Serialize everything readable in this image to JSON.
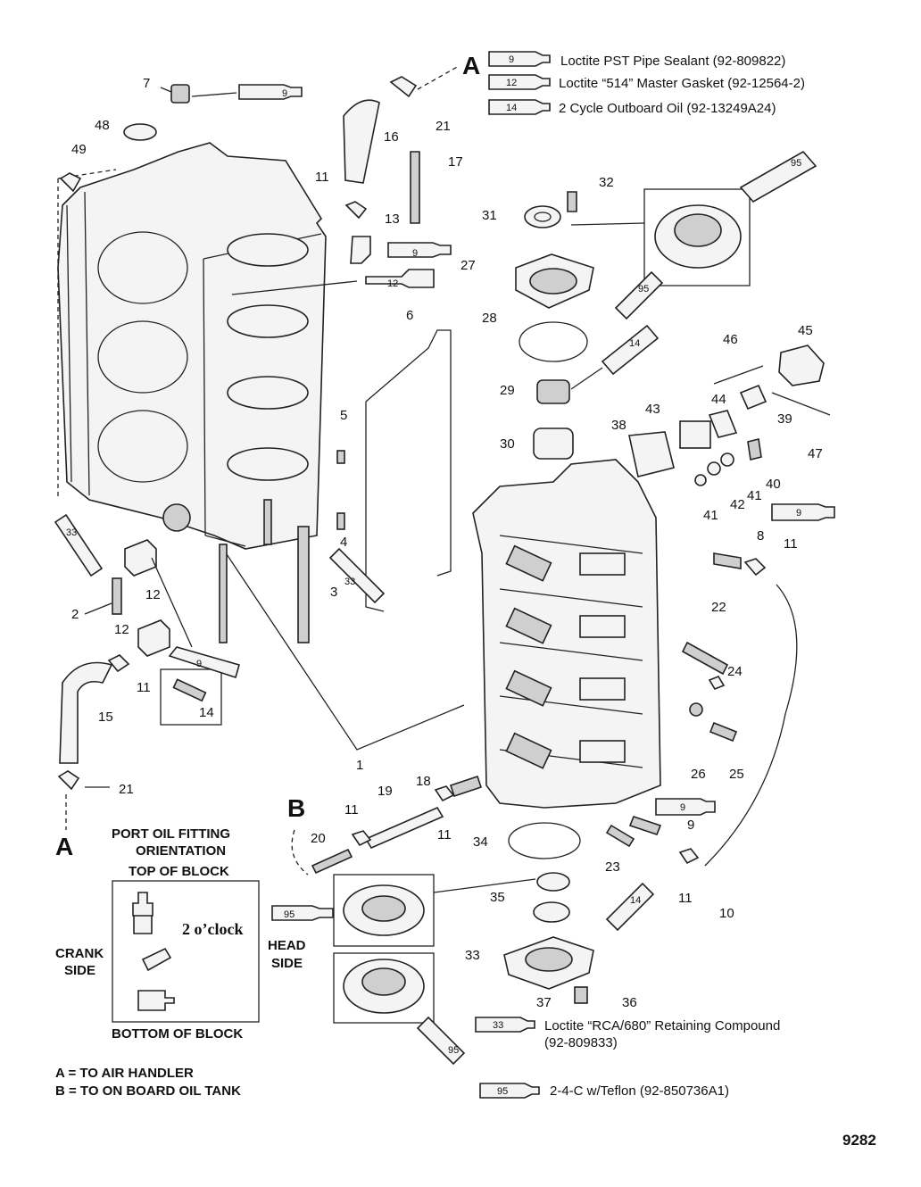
{
  "drawing_number": "9282",
  "legend": [
    {
      "tube": "9",
      "text": "Loctite PST Pipe Sealant (92-809822)"
    },
    {
      "tube": "12",
      "text": "Loctite “514” Master Gasket (92-12564-2)"
    },
    {
      "tube": "14",
      "text": "2 Cycle Outboard Oil (92-13249A24)"
    }
  ],
  "bottom_legend": [
    {
      "tube": "33",
      "text": "Loctite “RCA/680” Retaining Compound",
      "text2": "(92-809833)"
    },
    {
      "tube": "95",
      "text": "2-4-C w/Teflon (92-850736A1)"
    }
  ],
  "refs": {
    "a": "A",
    "b": "B"
  },
  "orientation": {
    "title1": "PORT OIL FITTING",
    "title2": "ORIENTATION",
    "top": "TOP OF BLOCK",
    "bottom": "BOTTOM OF BLOCK",
    "crank1": "CRANK",
    "crank2": "SIDE",
    "head1": "HEAD",
    "head2": "SIDE",
    "clock": "2 o’clock"
  },
  "notes": [
    "A = TO AIR HANDLER",
    "B = TO ON BOARD OIL TANK"
  ],
  "callouts": {
    "c1": "1",
    "c2": "2",
    "c3": "3",
    "c4": "4",
    "c5": "5",
    "c6": "6",
    "c7": "7",
    "c8": "8",
    "c9": "9",
    "c10": "10",
    "c11": "11",
    "c12": "12",
    "c13": "13",
    "c14": "14",
    "c15": "15",
    "c16": "16",
    "c17": "17",
    "c18": "18",
    "c19": "19",
    "c20": "20",
    "c21": "21",
    "c22": "22",
    "c23": "23",
    "c24": "24",
    "c25": "25",
    "c26": "26",
    "c27": "27",
    "c28": "28",
    "c29": "29",
    "c30": "30",
    "c31": "31",
    "c32": "32",
    "c33": "33",
    "c34": "34",
    "c35": "35",
    "c36": "36",
    "c37": "37",
    "c38": "38",
    "c39": "39",
    "c40": "40",
    "c41": "41",
    "c42": "42",
    "c43": "43",
    "c44": "44",
    "c45": "45",
    "c46": "46",
    "c47": "47",
    "c48": "48",
    "c49": "49"
  },
  "tubes": {
    "t9": "9",
    "t12": "12",
    "t14": "14",
    "t33": "33",
    "t95": "95"
  }
}
